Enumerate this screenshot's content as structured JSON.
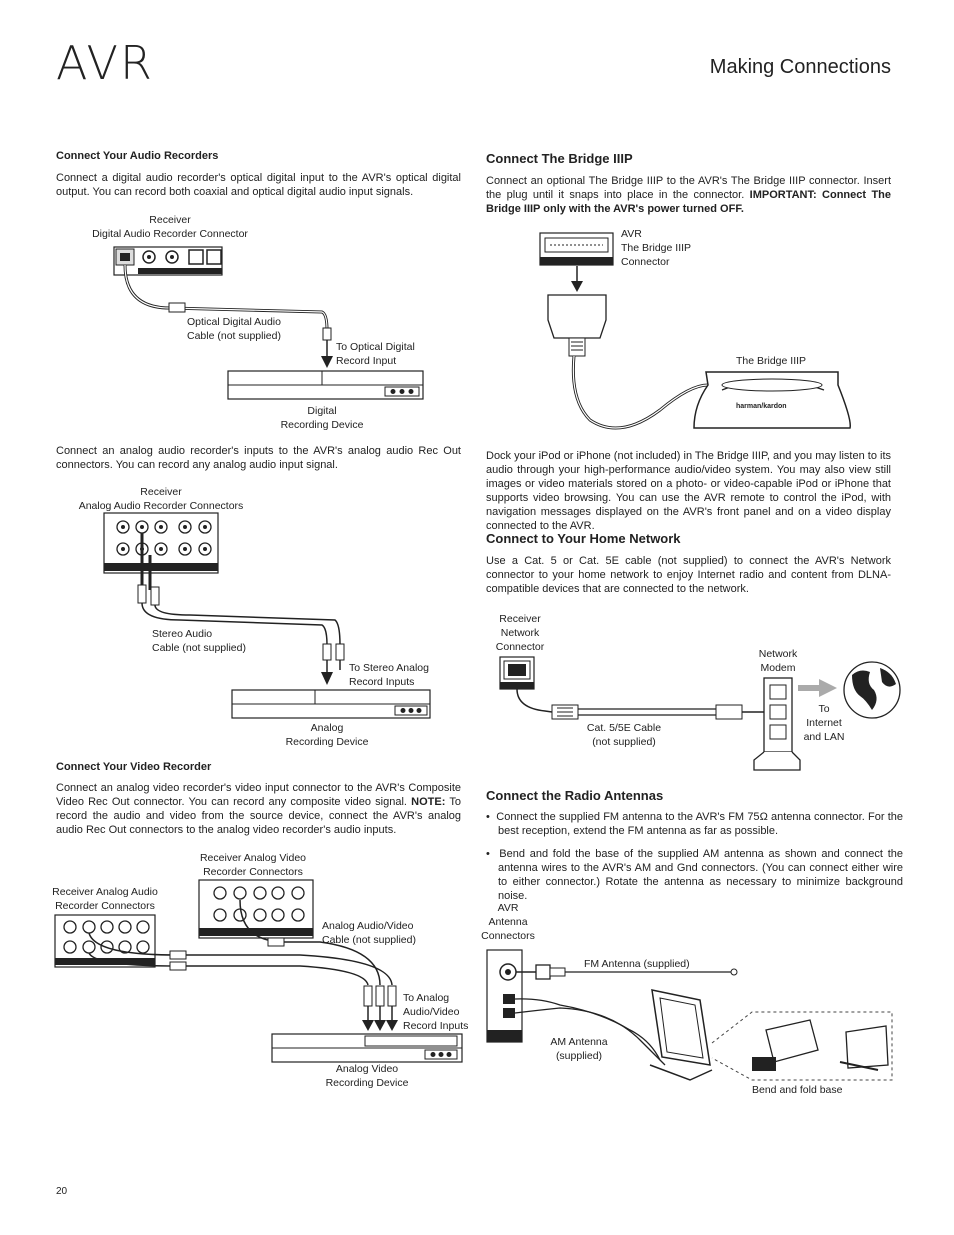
{
  "header": {
    "brand": "AVR",
    "section": "Making Connections"
  },
  "left": {
    "audio_recorders": {
      "heading": "Connect Your Audio Recorders",
      "p1": "Connect a digital audio recorder's optical digital input to the AVR's optical digital output. You can record both coaxial and optical digital audio input signals.",
      "receiver_l1": "Receiver",
      "receiver_l2": "Digital Audio Recorder Connector",
      "cable_l1": "Optical Digital Audio",
      "cable_l2": "Cable (not supplied)",
      "to_l1": "To Optical Digital",
      "to_l2": "Record Input",
      "device_l1": "Digital",
      "device_l2": "Recording Device",
      "p2": "Connect an analog audio recorder's inputs to the AVR's analog audio Rec Out connectors. You can record any analog audio input signal.",
      "areceiver_l1": "Receiver",
      "areceiver_l2": "Analog Audio Recorder Connectors",
      "acable_l1": "Stereo Audio",
      "acable_l2": "Cable (not supplied)",
      "ato_l1": "To Stereo Analog",
      "ato_l2": "Record Inputs",
      "adevice_l1": "Analog",
      "adevice_l2": "Recording Device"
    },
    "video_recorder": {
      "heading": "Connect Your Video Recorder",
      "p_pre": "Connect an analog video recorder's video input connector to the AVR's Composite Video Rec Out connector. You can record any composite video signal. ",
      "p_note": "NOTE:",
      "p_post": " To record the audio and video from the source device, connect the AVR's analog audio Rec Out connectors to the analog video recorder's audio inputs.",
      "rv_l1": "Receiver Analog Video",
      "rv_l2": "Recorder Connectors",
      "ra_l1": "Receiver Analog Audio",
      "ra_l2": "Recorder Connectors",
      "cable_l1": "Analog Audio/Video",
      "cable_l2": "Cable (not supplied)",
      "to_l1": "To Analog",
      "to_l2": "Audio/Video",
      "to_l3": "Record Inputs",
      "device_l1": "Analog Video",
      "device_l2": "Recording Device"
    }
  },
  "right": {
    "bridge": {
      "heading": "Connect The Bridge IIIP",
      "p_pre": "Connect an optional The Bridge IIIP to the AVR's The Bridge IIIP connector. Insert the plug until it snaps into place in the connector. ",
      "p_bold": "IMPORTANT: Connect The Bridge IIIP only with the AVR's power turned OFF.",
      "avr_l1": "AVR",
      "avr_l2": "The Bridge IIIP",
      "avr_l3": "Connector",
      "dock_label": "The Bridge IIIP",
      "logo": "harman/kardon",
      "p2": "Dock your iPod or iPhone (not included) in The Bridge IIIP, and you may listen to its audio through your high-performance audio/video system. You may also view still images or video materials stored on a photo- or video-capable iPod or iPhone that supports video browsing. You can use the AVR remote to control the iPod, with navigation messages displayed on the AVR's front panel and on a video display connected to the AVR."
    },
    "network": {
      "heading": "Connect to Your Home Network",
      "p": "Use a Cat. 5 or Cat. 5E cable (not supplied) to connect the AVR's Network connector to your home network to enjoy Internet radio and content from DLNA-compatible devices that are connected to the network.",
      "rc_l1": "Receiver",
      "rc_l2": "Network",
      "rc_l3": "Connector",
      "modem_l1": "Network",
      "modem_l2": "Modem",
      "cable_l1": "Cat. 5/5E Cable",
      "cable_l2": "(not supplied)",
      "to_l1": "To",
      "to_l2": "Internet",
      "to_l3": "and LAN"
    },
    "antennas": {
      "heading": "Connect the Radio Antennas",
      "b1_pre": "Connect the supplied FM antenna to the AVR's FM 75",
      "b1_ohm": "Ω",
      "b1_post": " antenna connector. For the best reception, extend the FM antenna as far as possible.",
      "b2": "Bend and fold the base of the supplied AM antenna as shown and connect the antenna wires to the AVR's AM and Gnd connectors. (You can connect either wire to either connector.) Rotate the antenna as necessary to minimize background noise.",
      "avr_l1": "AVR",
      "avr_l2": "Antenna",
      "avr_l3": "Connectors",
      "fm_label": "FM Antenna (supplied)",
      "am_l1": "AM Antenna",
      "am_l2": "(supplied)",
      "bend_label": "Bend and fold base"
    }
  },
  "footer": {
    "page": "20"
  }
}
